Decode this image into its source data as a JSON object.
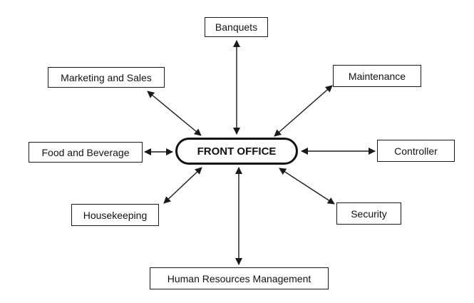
{
  "diagram": {
    "center": {
      "label": "FRONT OFFICE"
    },
    "departments": [
      {
        "id": "banquets",
        "label": "Banquets"
      },
      {
        "id": "marketing",
        "label": "Marketing and Sales"
      },
      {
        "id": "maintenance",
        "label": "Maintenance"
      },
      {
        "id": "food",
        "label": "Food and Beverage"
      },
      {
        "id": "controller",
        "label": "Controller"
      },
      {
        "id": "housekeeping",
        "label": "Housekeeping"
      },
      {
        "id": "security",
        "label": "Security"
      },
      {
        "id": "hr",
        "label": "Human Resources Management"
      }
    ],
    "connector_style": "double-headed arrows",
    "line_color": "#1a1a1a"
  }
}
